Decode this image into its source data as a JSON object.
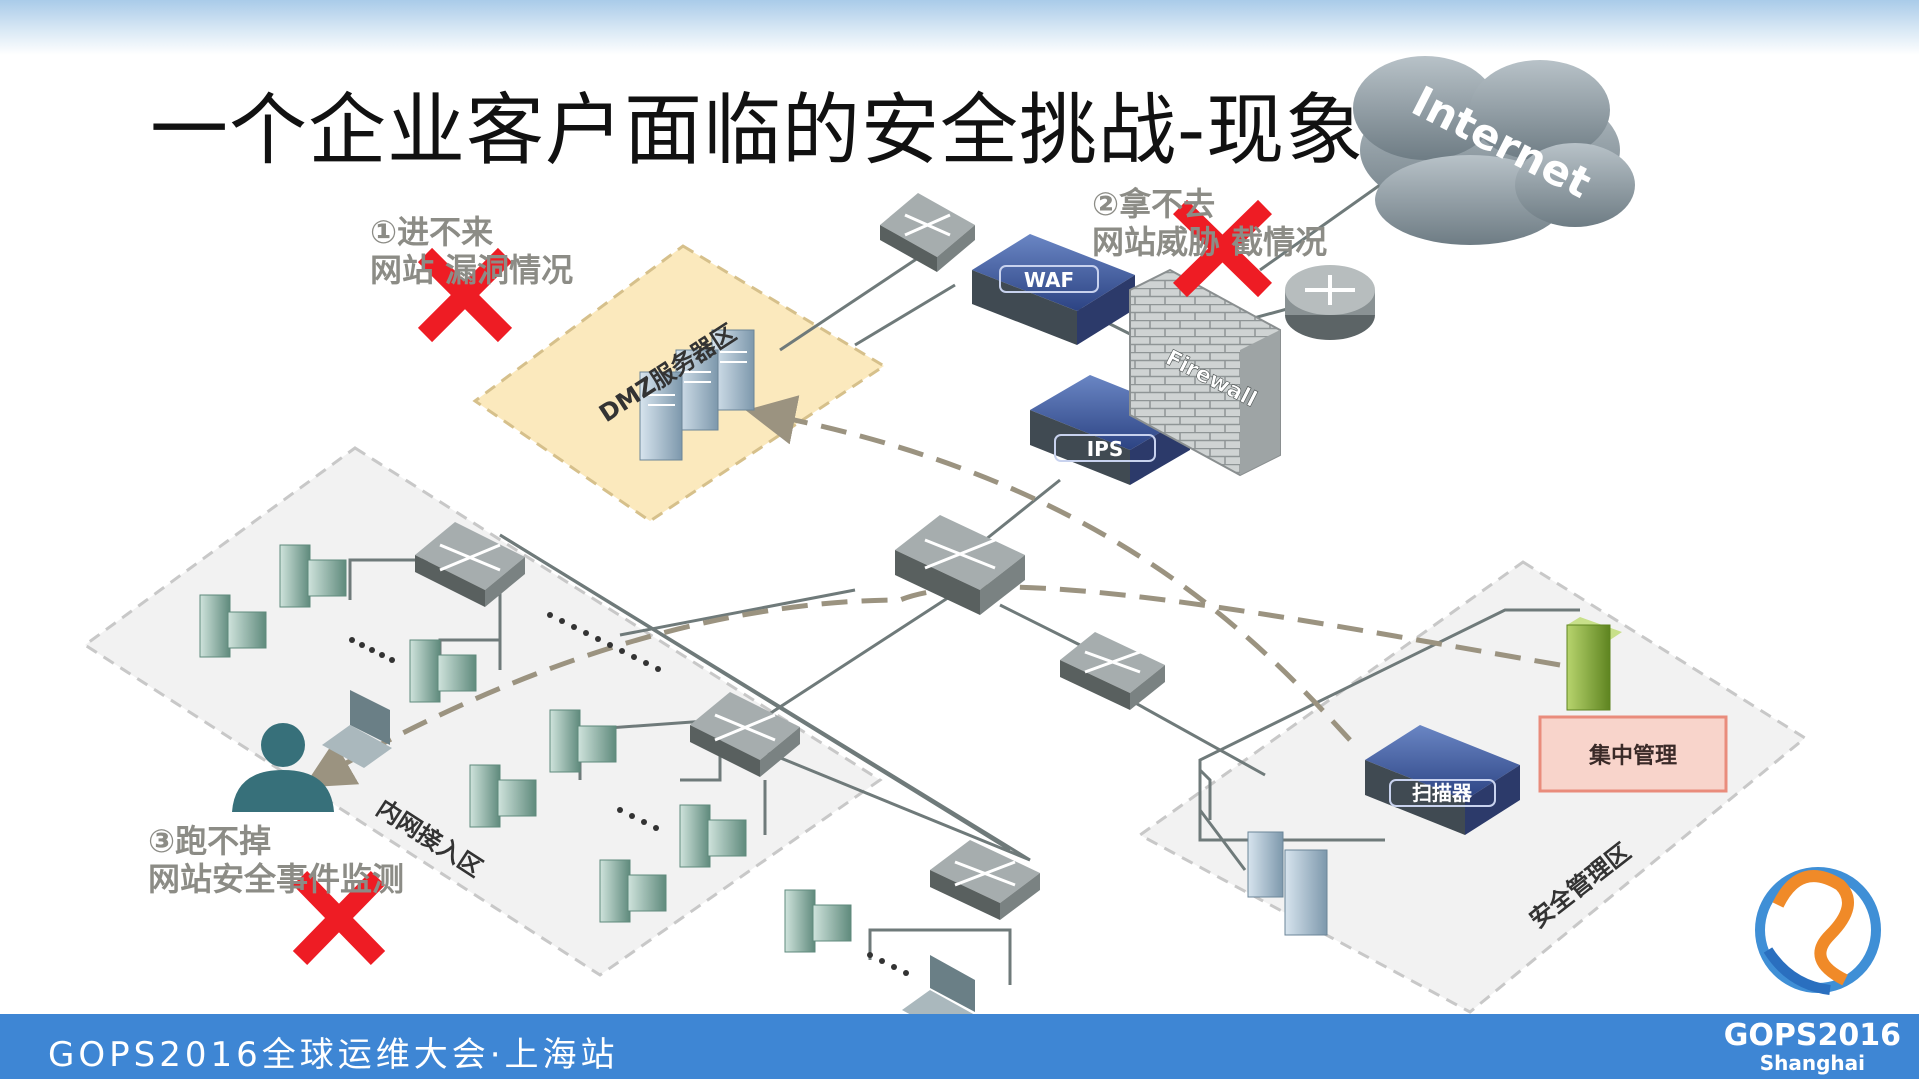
{
  "slide": {
    "title": "一个企业客户面临的安全挑战-现象",
    "callouts": {
      "c1_line1": "①进不来",
      "c1_line2": "网站 漏洞情况",
      "c2_line1": "②拿不去",
      "c2_line2": "网站威胁 截情况",
      "c3_line1": "③跑不掉",
      "c3_line2": "网站安全事件监测"
    },
    "zones": {
      "dmz": "DMZ服务器区",
      "intranet": "内网接入区",
      "security": "安全管理区"
    },
    "devices": {
      "waf": "WAF",
      "ips": "IPS",
      "firewall": "Firewall",
      "internet": "Internet",
      "scanner": "扫描器",
      "central_mgmt": "集中管理"
    },
    "footer": {
      "event": "GOPS2016全球运维大会·上海站",
      "brand_line1": "GOPS2016",
      "brand_line2": "Shanghai"
    },
    "colors": {
      "footer_blue": "#3e86d4",
      "cross_red": "#ee1c24",
      "dmz_fill": "#fbe9bd",
      "zone_fill": "#f2f2f2",
      "mgmt_box": "#f8d4cb"
    }
  }
}
